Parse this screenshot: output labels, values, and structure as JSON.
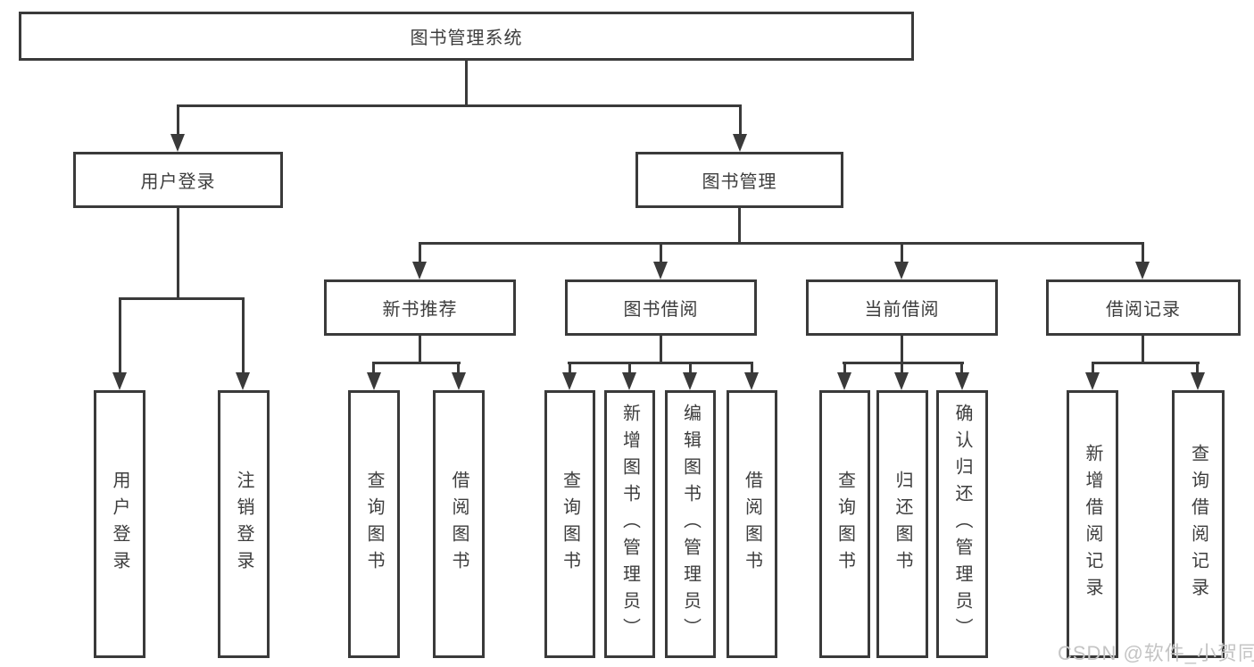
{
  "diagram_type": "hierarchy-tree",
  "tree": {
    "label": "图书管理系统",
    "children": [
      {
        "label": "用户登录",
        "children": [
          {
            "label": "用户登录"
          },
          {
            "label": "注销登录"
          }
        ]
      },
      {
        "label": "图书管理",
        "children": [
          {
            "label": "新书推荐",
            "children": [
              {
                "label": "查询图书"
              },
              {
                "label": "借阅图书"
              }
            ]
          },
          {
            "label": "图书借阅",
            "children": [
              {
                "label": "查询图书"
              },
              {
                "label": "新增图书（管理员）"
              },
              {
                "label": "编辑图书（管理员）"
              },
              {
                "label": "借阅图书"
              }
            ]
          },
          {
            "label": "当前借阅",
            "children": [
              {
                "label": "查询图书"
              },
              {
                "label": "归还图书"
              },
              {
                "label": "确认归还（管理员）"
              }
            ]
          },
          {
            "label": "借阅记录",
            "children": [
              {
                "label": "新增借阅记录"
              },
              {
                "label": "查询借阅记录"
              }
            ]
          }
        ]
      }
    ]
  },
  "watermark": {
    "text": "CSDN @软件_小贺同学"
  },
  "colors": {
    "line": "#3a3a3a",
    "text": "#3d3d3d",
    "box_background": "#ffffff",
    "watermark": "#c4c4c4",
    "background": "#ffffff"
  }
}
